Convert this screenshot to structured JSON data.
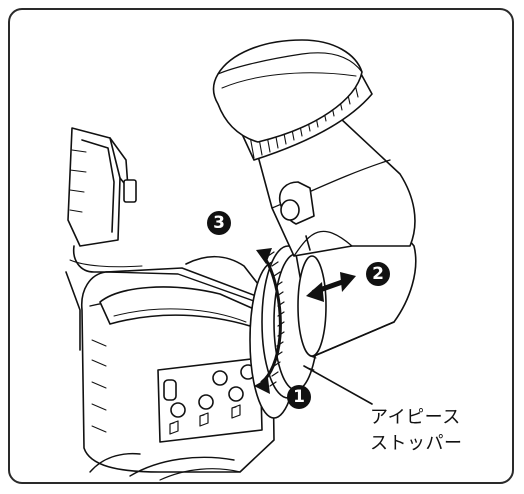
{
  "callouts": {
    "one": "1",
    "two": "2",
    "three": "3"
  },
  "eyepiece_stopper_label": {
    "line1": "アイピース",
    "line2": "ストッパー"
  },
  "colors": {
    "line": "#111111",
    "screen_gray": "#dcdcdc",
    "frame": "#2a2a2a"
  }
}
